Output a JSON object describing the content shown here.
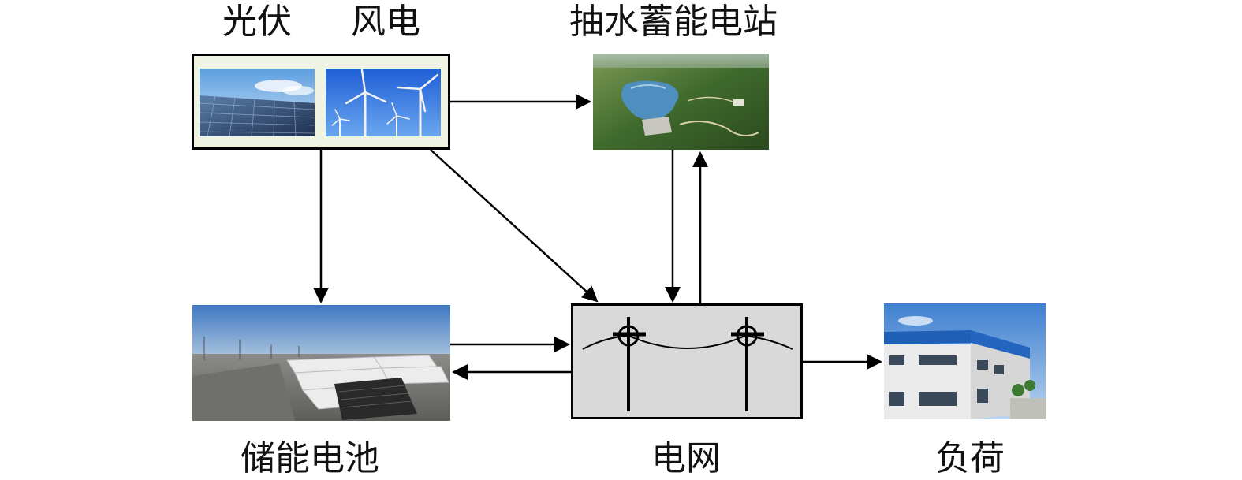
{
  "labels": {
    "solar": "光伏",
    "wind": "风电",
    "pumped_storage": "抽水蓄能电站",
    "battery": "储能电池",
    "grid": "电网",
    "load": "负荷"
  },
  "icons": {
    "solar": "solar-panel-photo",
    "wind": "wind-turbine-photo",
    "pumped_storage": "reservoir-aerial-photo",
    "battery": "battery-container-photo",
    "grid": "power-pole-icon",
    "load": "factory-building-photo"
  },
  "colors": {
    "renewable_box_fill": "#eef3e2",
    "grid_box_fill": "#d9d9d9",
    "line": "#000000"
  }
}
